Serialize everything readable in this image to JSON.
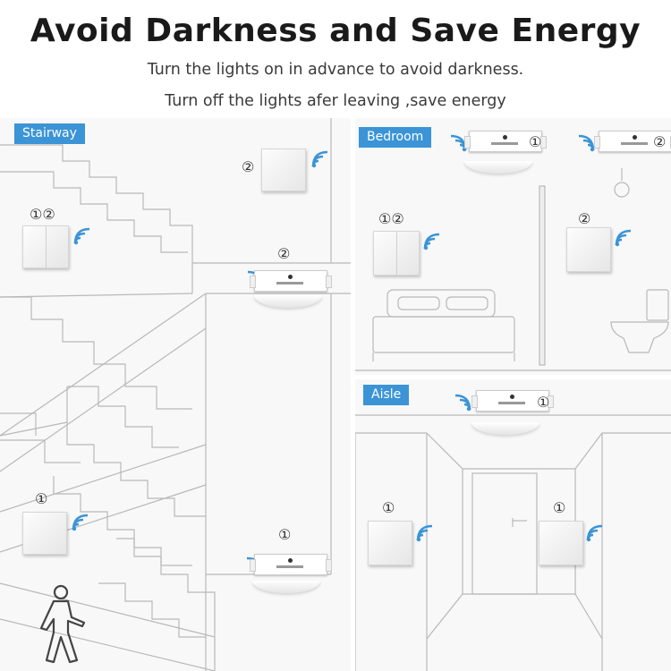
{
  "header": {
    "title": "Avoid Darkness and Save Energy",
    "line1": "Turn the lights on in advance to avoid darkness.",
    "line2": "Turn off the lights afer leaving ,save energy"
  },
  "panels": {
    "stairway": "Stairway",
    "bedroom": "Bedroom",
    "aisle": "Aisle"
  },
  "markers": {
    "one": "①",
    "two": "②",
    "one_two": "①②"
  },
  "colors": {
    "tag": "#3b94d6",
    "wifi": "#3b94d6"
  }
}
